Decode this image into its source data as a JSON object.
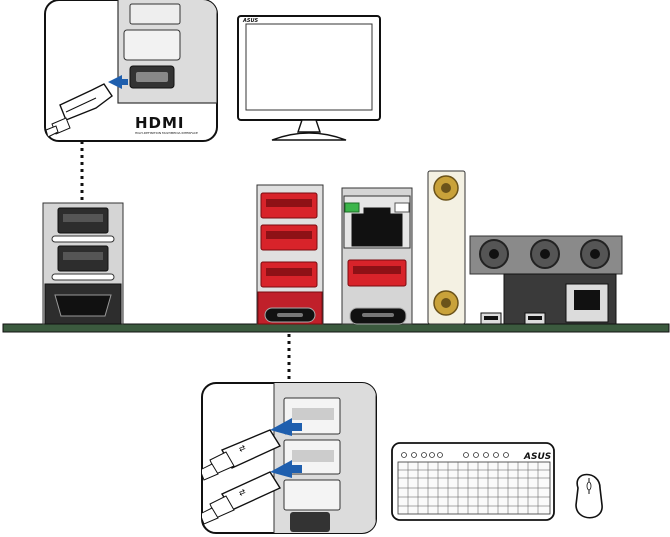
{
  "hdmi_callout": {
    "logo_text": "HDMI",
    "tagline": "HIGH-DEFINITION MULTIMEDIA INTERFACE"
  },
  "monitor": {
    "brand": "ASUS"
  },
  "keyboard": {
    "brand": "ASUS"
  },
  "colors": {
    "board": "#3b5a3e",
    "usb_red": "#d8232a",
    "port_grey": "#c9c9c9",
    "led_green": "#3bb54a",
    "antenna_gold": "#c9a23a",
    "arrow_blue": "#1f5fae"
  }
}
